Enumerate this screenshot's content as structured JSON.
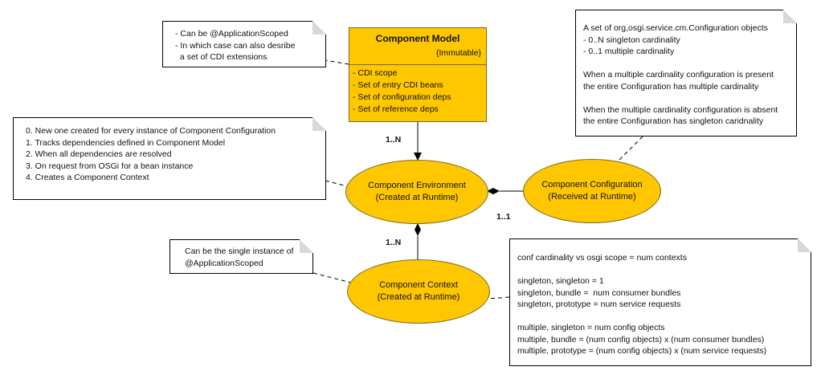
{
  "component_model": {
    "title": "Component Model",
    "stereotype": "{Immutable}",
    "attributes": [
      "- CDI scope",
      "- Set of entry CDI beans",
      "- Set of configuration deps",
      "- Set of reference deps"
    ]
  },
  "nodes": {
    "component_environment": {
      "line1": "Component Environment",
      "line2": "(Created at Runtime)"
    },
    "component_configuration": {
      "line1": "Component Configuration",
      "line2": "(Received at Runtime)"
    },
    "component_context": {
      "line1": "Component Context",
      "line2": "(Created at Runtime)"
    }
  },
  "multiplicities": {
    "model_to_environment": "1..N",
    "environment_to_configuration": "1..1",
    "environment_to_context": "1..N"
  },
  "notes": {
    "scope_note": [
      "- Can be @ApplicationScoped",
      "- In which case can also desribe",
      "  a set of CDI extensions"
    ],
    "environment_note": [
      "0. New one created for every instance of Component Configuration",
      "1. Tracks dependencies defined in Component Model",
      "2. When all dependencies are resolved",
      "3. On request from OSGi for a bean instance",
      "4. Creates a Component Context"
    ],
    "configuration_note": [
      "A set of org,osgi.service.cm.Configuration objects",
      "- 0..N singleton cardinality",
      "- 0..1 multiple cardinality",
      "",
      "When a multiple cardinality configuration is present",
      "the entire Configuration has multiple cardinality",
      "",
      "When the multiple cardinality configuration is absent",
      "the entire Configuration has singleton caridnality"
    ],
    "context_scope_note": [
      "Can be the single instance of",
      "@ApplicationScoped"
    ],
    "contexts_note": [
      "conf cardinality vs osgi scope = num contexts",
      "",
      "singleton, singleton = 1",
      "singleton, bundle =  num consumer bundles",
      "singleton, prototype = num service requests",
      "",
      "multiple, singleton = num config objects",
      "multiple, bundle = (num config objects) x (num consumer bundles)",
      "multiple, prototype = (num config objects) x (num service requests)"
    ]
  },
  "colors": {
    "node_fill": "#ffc700",
    "node_border": "#7a6a1e",
    "note_fill": "#ffffff",
    "line": "#000000"
  }
}
